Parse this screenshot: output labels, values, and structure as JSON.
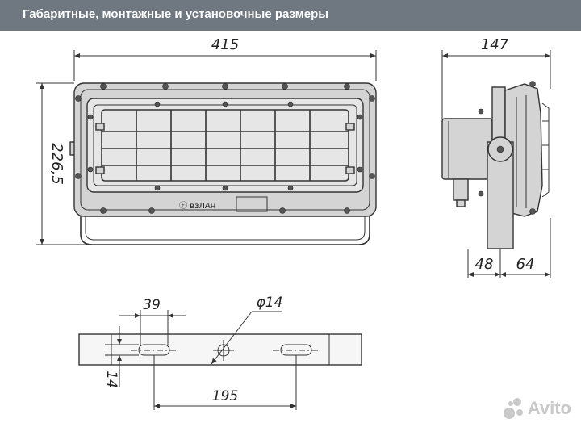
{
  "header": {
    "title": "Габаритные, монтажные и установочные размеры"
  },
  "front_view": {
    "width_label": "415",
    "height_label": "226,5",
    "brand_label": "Ⓔ взЛАн"
  },
  "side_view": {
    "depth_label": "147",
    "depth_left_label": "48",
    "depth_right_label": "64"
  },
  "bracket_view": {
    "slot_offset_label": "39",
    "hole_diameter_label": "φ14",
    "thickness_label": "14",
    "slot_spacing_label": "195"
  },
  "watermark": {
    "text": "Avito"
  },
  "colors": {
    "header_bg": "#6f7780",
    "line": "#333333",
    "body_fill": "#d4d4d4"
  }
}
